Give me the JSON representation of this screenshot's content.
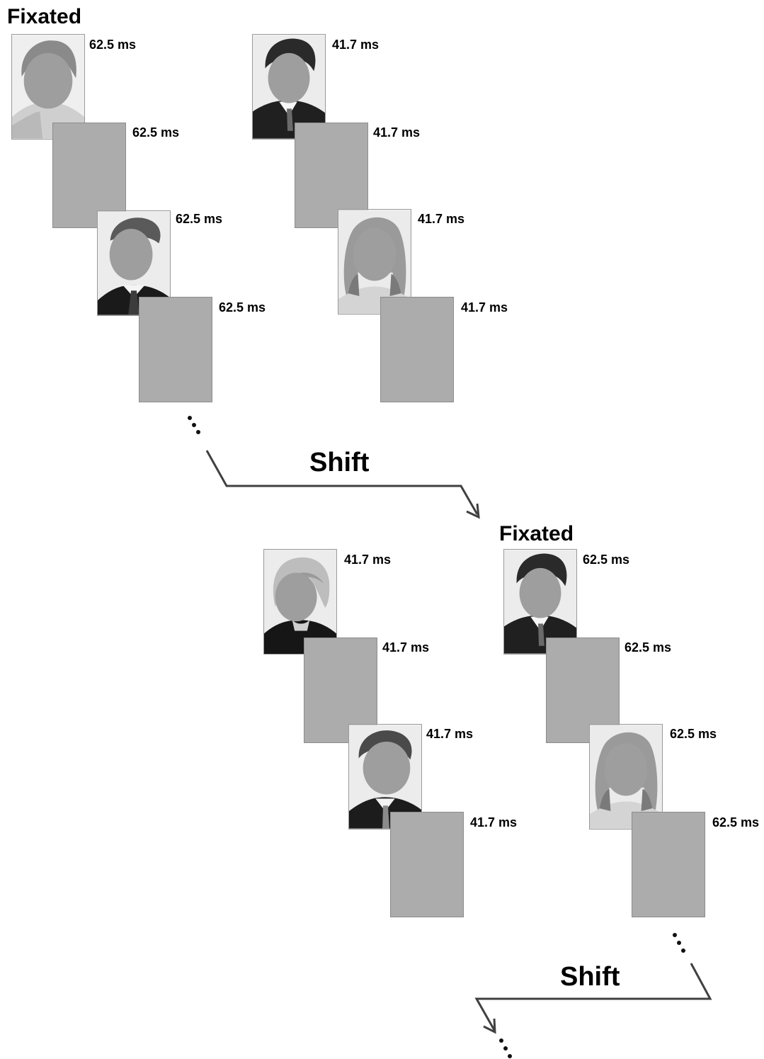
{
  "title_top": "Fixated",
  "title_bottom": "Fixated",
  "shift_label_1": "Shift",
  "shift_label_2": "Shift",
  "sequence_top_left": {
    "times": [
      "62.5 ms",
      "62.5 ms",
      "62.5 ms",
      "62.5 ms"
    ],
    "frames": [
      "face-woman-curly",
      "mask",
      "face-man-suit-tie",
      "mask"
    ]
  },
  "sequence_top_right": {
    "times": [
      "41.7 ms",
      "41.7 ms",
      "41.7 ms",
      "41.7 ms"
    ],
    "frames": [
      "face-man-dark-hair",
      "mask",
      "face-woman-long-blonde",
      "mask"
    ]
  },
  "sequence_bottom_left": {
    "times": [
      "41.7 ms",
      "41.7 ms",
      "41.7 ms",
      "41.7 ms"
    ],
    "frames": [
      "face-woman-bob",
      "mask",
      "face-man-swept-hair",
      "mask"
    ]
  },
  "sequence_bottom_right": {
    "times": [
      "62.5 ms",
      "62.5 ms",
      "62.5 ms",
      "62.5 ms"
    ],
    "frames": [
      "face-man-dark-hair",
      "mask",
      "face-woman-long-blonde",
      "mask"
    ]
  },
  "colors": {
    "mask": "#acacac",
    "face_occluder": "#9e9e9e",
    "arrow": "#404040",
    "photo_background": "#e9e9e9"
  }
}
